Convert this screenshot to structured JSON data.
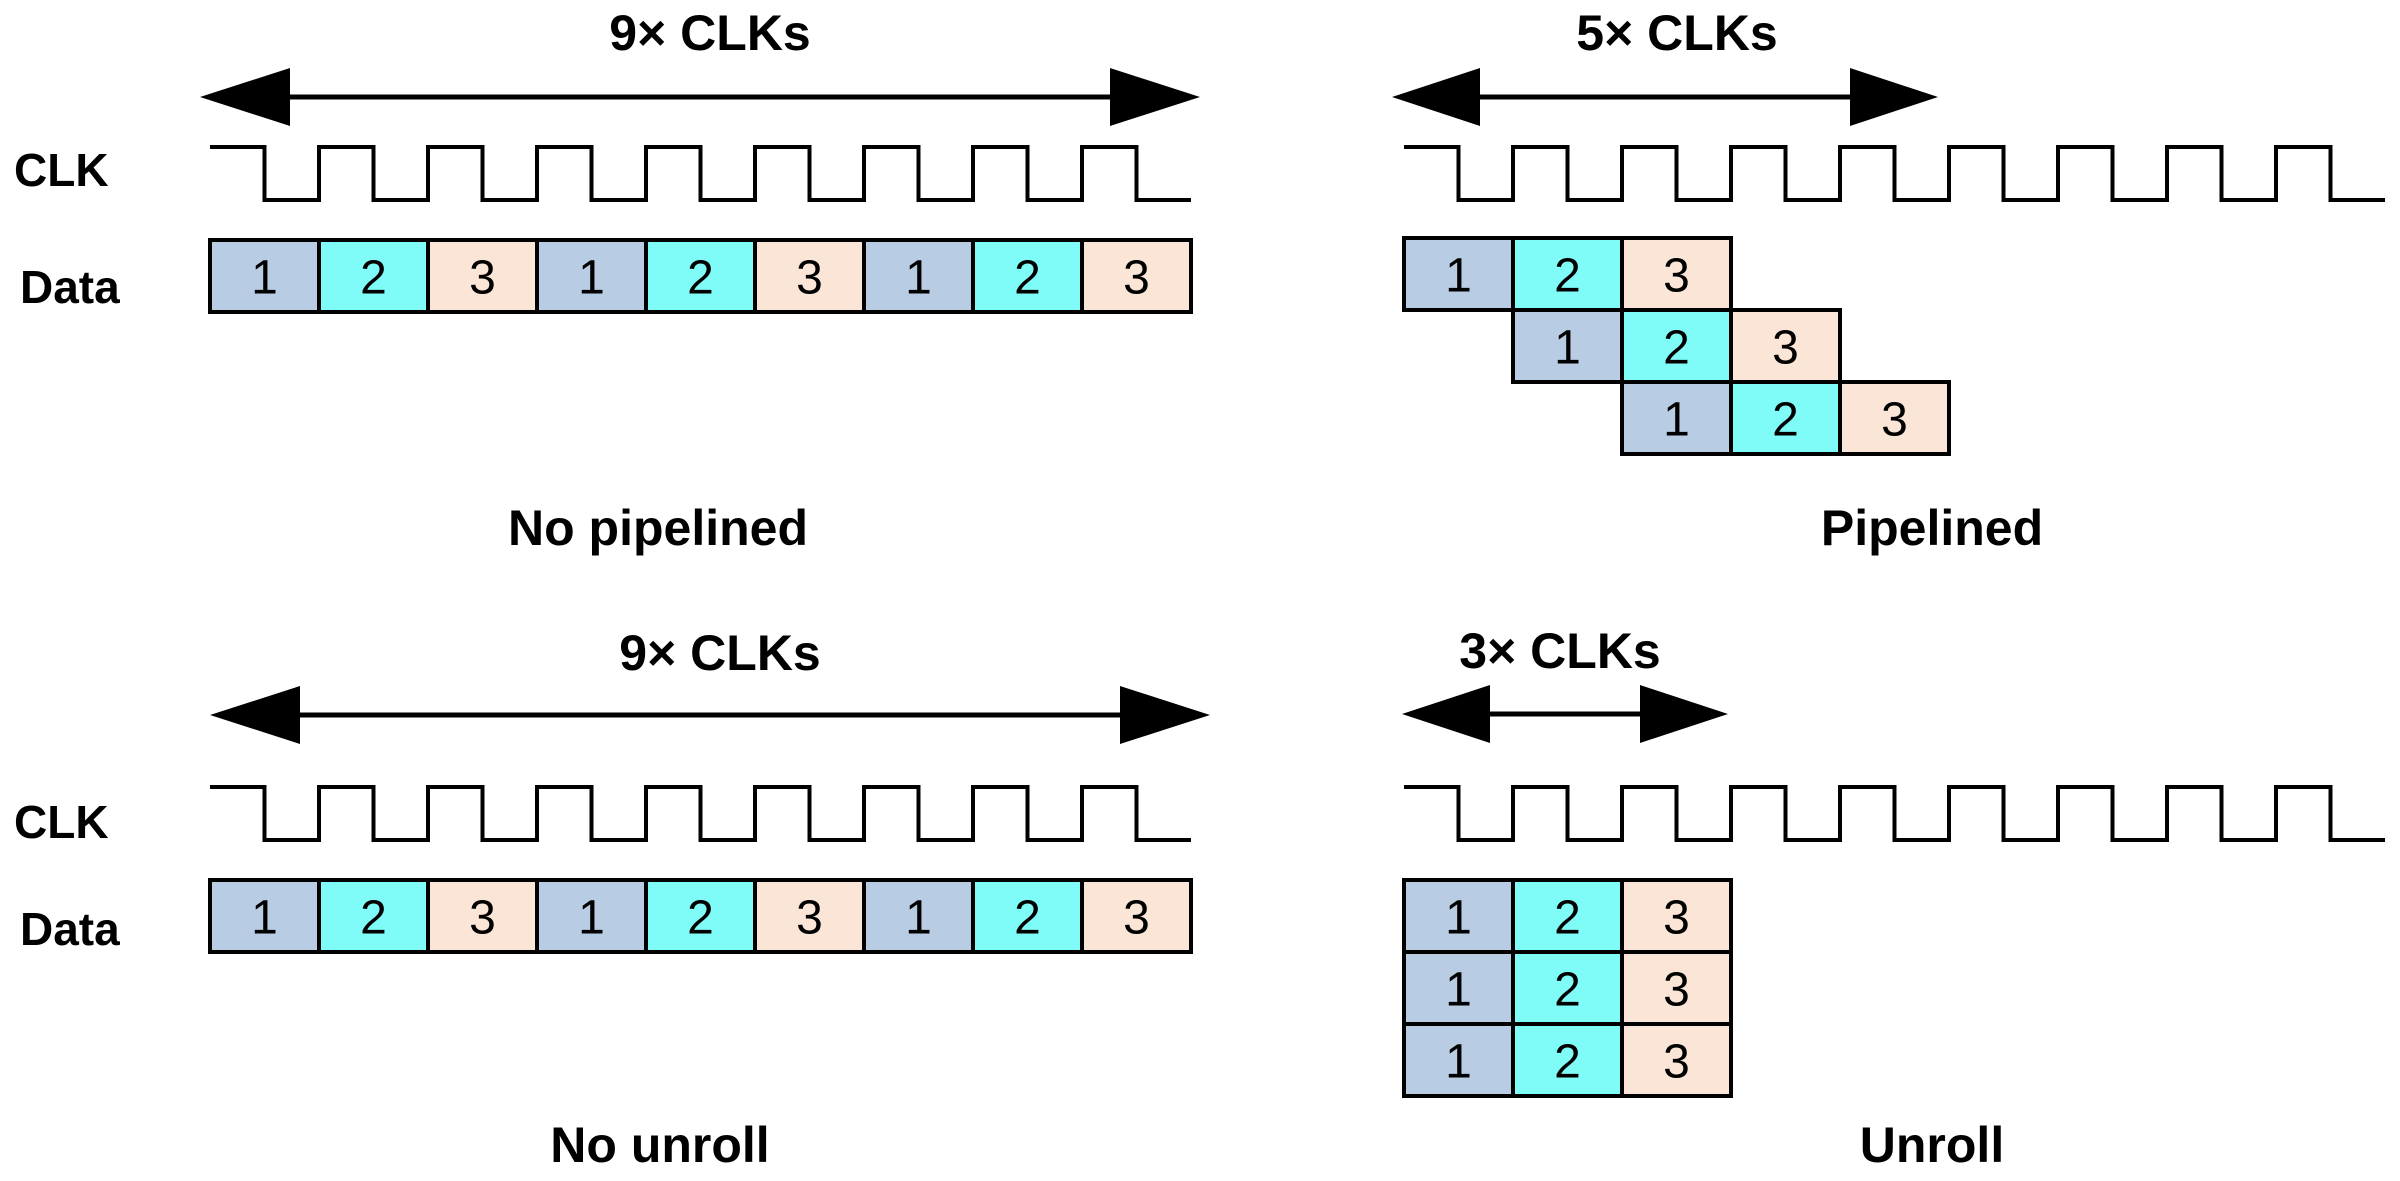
{
  "colors": {
    "1": "#b8cce4",
    "2": "#7ffcf8",
    "3": "#fbe5d6",
    "stroke": "#000000",
    "background": "#ffffff"
  },
  "panels": [
    {
      "id": "no-pipelined",
      "span_label": "9× CLKs",
      "clk_label": "CLK",
      "data_label": "Data",
      "caption": "No pipelined",
      "span_clks": 9,
      "rows": [
        {
          "offset": 0,
          "cells": [
            "1",
            "2",
            "3",
            "1",
            "2",
            "3",
            "1",
            "2",
            "3"
          ]
        }
      ]
    },
    {
      "id": "pipelined",
      "span_label": "5× CLKs",
      "clk_label": "",
      "data_label": "",
      "caption": "Pipelined",
      "span_clks": 5,
      "rows": [
        {
          "offset": 0,
          "cells": [
            "1",
            "2",
            "3"
          ]
        },
        {
          "offset": 1,
          "cells": [
            "1",
            "2",
            "3"
          ]
        },
        {
          "offset": 2,
          "cells": [
            "1",
            "2",
            "3"
          ]
        }
      ]
    },
    {
      "id": "no-unroll",
      "span_label": "9× CLKs",
      "clk_label": "CLK",
      "data_label": "Data",
      "caption": "No unroll",
      "span_clks": 9,
      "rows": [
        {
          "offset": 0,
          "cells": [
            "1",
            "2",
            "3",
            "1",
            "2",
            "3",
            "1",
            "2",
            "3"
          ]
        }
      ]
    },
    {
      "id": "unroll",
      "span_label": "3× CLKs",
      "clk_label": "",
      "data_label": "",
      "caption": "Unroll",
      "span_clks": 3,
      "rows": [
        {
          "offset": 0,
          "cells": [
            "1",
            "2",
            "3"
          ]
        },
        {
          "offset": 0,
          "cells": [
            "1",
            "2",
            "3"
          ]
        },
        {
          "offset": 0,
          "cells": [
            "1",
            "2",
            "3"
          ]
        }
      ]
    }
  ]
}
